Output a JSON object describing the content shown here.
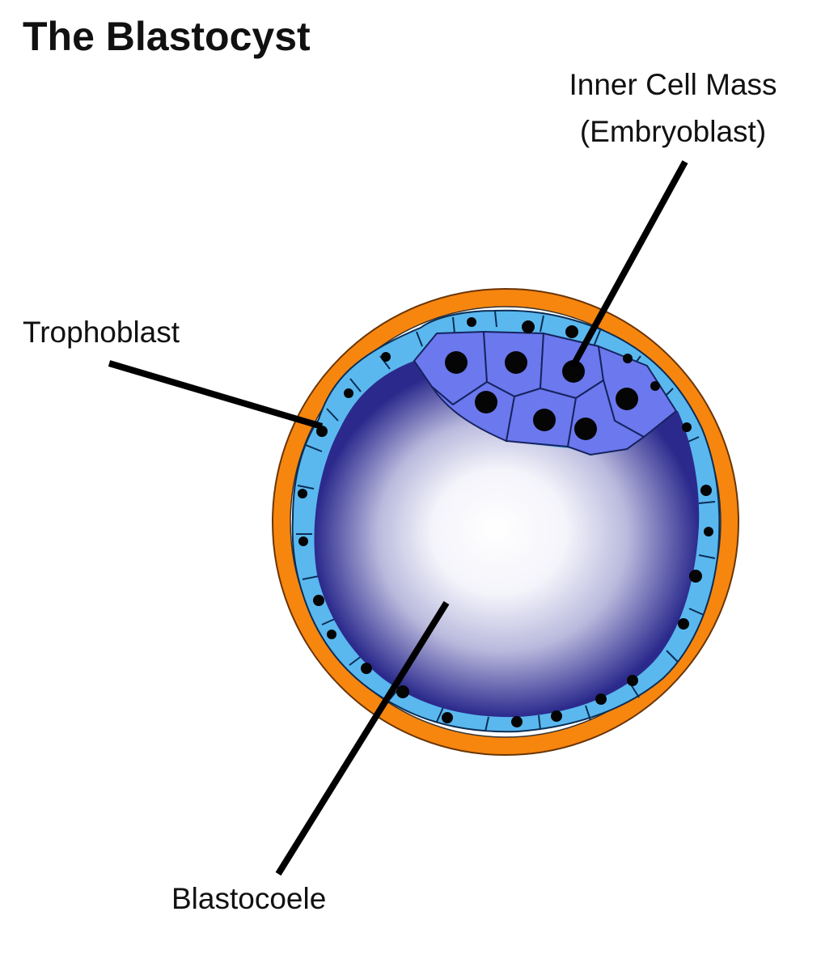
{
  "title": "The Blastocyst",
  "labels": {
    "inner_cell_mass_line1": "Inner Cell Mass",
    "inner_cell_mass_line2": "(Embryoblast)",
    "trophoblast": "Trophoblast",
    "blastocoele": "Blastocoele"
  },
  "colors": {
    "zona_pellucida": "#f7860f",
    "trophoblast_cells": "#5ab8ef",
    "inner_cell_mass": "#6b78ee",
    "blastocoele_center": "#ffffff",
    "blastocoele_edge": "#2b2a8c",
    "nuclei": "#050505",
    "leader_lines": "#000000"
  }
}
